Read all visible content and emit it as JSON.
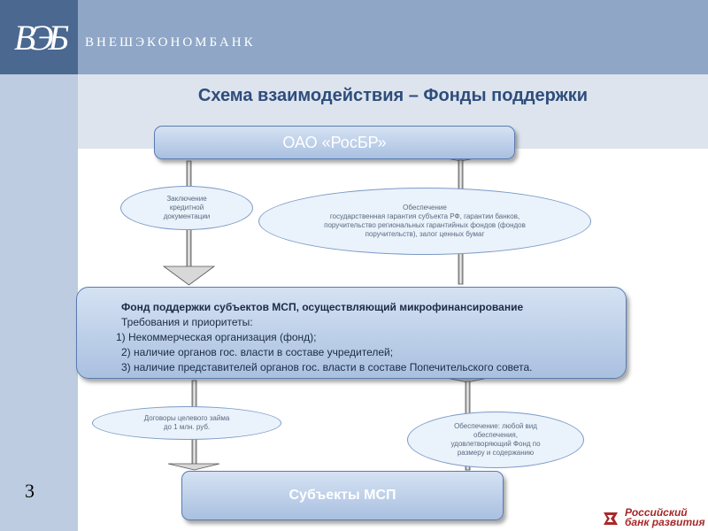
{
  "header": {
    "logo_mark": "ВЭБ",
    "bank_name": "ВНЕШЭКОНОМБАНК",
    "title": "Схема взаимодействия – Фонды поддержки"
  },
  "nodes": {
    "top": "ОАО «РосБР»",
    "middle": {
      "title": "Фонд поддержки субъектов МСП, осуществляющий микрофинансирование",
      "subtitle": "Требования и приоритеты:",
      "items": [
        "1)   Некоммерческая организация (фонд);",
        "2) наличие органов гос. власти в составе учредителей;",
        "3) наличие представителей органов гос. власти в составе Попечительского совета."
      ]
    },
    "bottom": "Субъекты МСП"
  },
  "ellipses": {
    "top_left": [
      "Заключение",
      "кредитной",
      "документации"
    ],
    "top_right": [
      "Обеспечение",
      "государственная гарантия субъекта РФ, гарантии банков,",
      "поручительство региональных гарантийных фондов (фондов",
      "поручительств), залог ценных бумаг"
    ],
    "bottom_left": [
      "Договоры целевого займа",
      "до 1 млн. руб."
    ],
    "bottom_right": [
      "Обеспечение: любой вид",
      "обеспечения,",
      "удовлетворяющий Фонд по",
      "размеру и содержанию"
    ]
  },
  "footer": {
    "page_number": "3",
    "brand_line1": "Российский",
    "brand_line2": "банк развития"
  },
  "colors": {
    "header_band": "#8fa6c6",
    "logo_block": "#4a6890",
    "title_text": "#2e4d7b",
    "box_border": "#5a7bb0",
    "brand_red": "#a82828"
  }
}
